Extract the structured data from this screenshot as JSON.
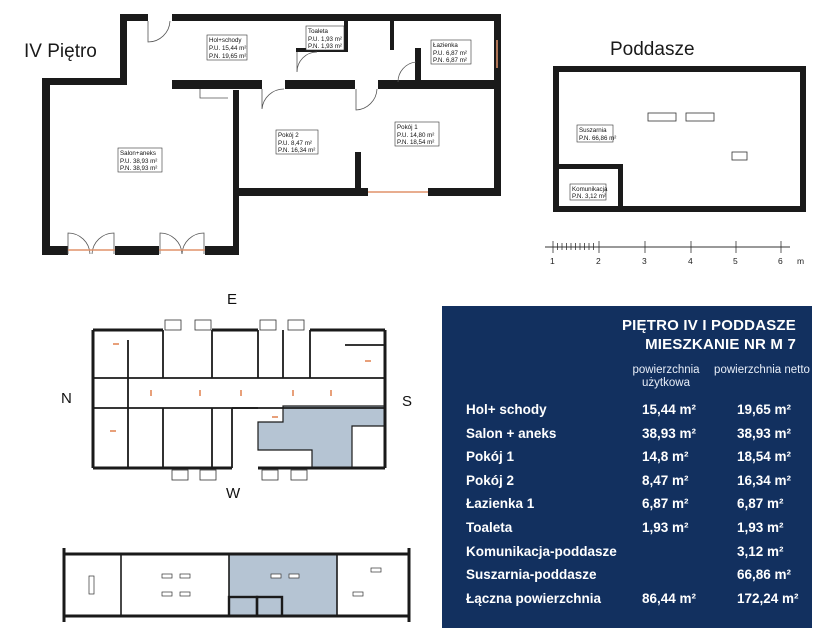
{
  "floor_plan": {
    "title": "IV Piętro",
    "rooms": [
      {
        "name": "Hol+schody",
        "pu": "P.U. 15,44 m²",
        "pn": "P.N. 19,65 m²"
      },
      {
        "name": "Toaleta",
        "pu": "P.U. 1,93 m²",
        "pn": "P.N. 1,93 m²"
      },
      {
        "name": "Łazienka",
        "pu": "P.U. 6,87 m²",
        "pn": "P.N. 6,87 m²"
      },
      {
        "name": "Salon+aneks",
        "pu": "P.U. 38,93 m²",
        "pn": "P.N. 38,93 m²"
      },
      {
        "name": "Pokój 2",
        "pu": "P.U. 8,47 m²",
        "pn": "P.N. 16,34 m²"
      },
      {
        "name": "Pokój 1",
        "pu": "P.U. 14,80 m²",
        "pn": "P.N. 18,54 m²"
      }
    ]
  },
  "attic_plan": {
    "title": "Poddasze",
    "rooms": [
      {
        "name": "Suszarnia",
        "pn": "P.N. 66,86 m²"
      },
      {
        "name": "Komunikacja",
        "pn": "P.N. 3,12 m²"
      }
    ]
  },
  "scale_bar": {
    "ticks": [
      "1",
      "2",
      "3",
      "4",
      "5",
      "6"
    ],
    "unit": "m"
  },
  "compass": {
    "north": "N",
    "south": "S",
    "east": "E",
    "west": "W"
  },
  "colors": {
    "panel_bg": "#12305f",
    "highlight": "#b5c4d3",
    "door": "#e8a07a"
  },
  "summary": {
    "title_line1": "PIĘTRO IV I PODDASZE",
    "title_line2": "MIESZKANIE NR M 7",
    "col_usable": "powierzchnia użytkowa",
    "col_net": "powierzchnia netto",
    "rows": [
      {
        "name": "Hol+ schody",
        "usable": "15,44 m²",
        "net": "19,65 m²"
      },
      {
        "name": "Salon + aneks",
        "usable": "38,93 m²",
        "net": "38,93 m²"
      },
      {
        "name": "Pokój 1",
        "usable": "14,8 m²",
        "net": "18,54 m²"
      },
      {
        "name": "Pokój 2",
        "usable": "8,47 m²",
        "net": "16,34 m²"
      },
      {
        "name": "Łazienka 1",
        "usable": "6,87 m²",
        "net": "6,87 m²"
      },
      {
        "name": "Toaleta",
        "usable": "1,93 m²",
        "net": "1,93 m²"
      },
      {
        "name": "Komunikacja-poddasze",
        "usable": "",
        "net": "3,12 m²"
      },
      {
        "name": "Suszarnia-poddasze",
        "usable": "",
        "net": "66,86 m²"
      },
      {
        "name": "Łączna powierzchnia",
        "usable": "86,44 m²",
        "net": "172,24 m²"
      }
    ]
  }
}
